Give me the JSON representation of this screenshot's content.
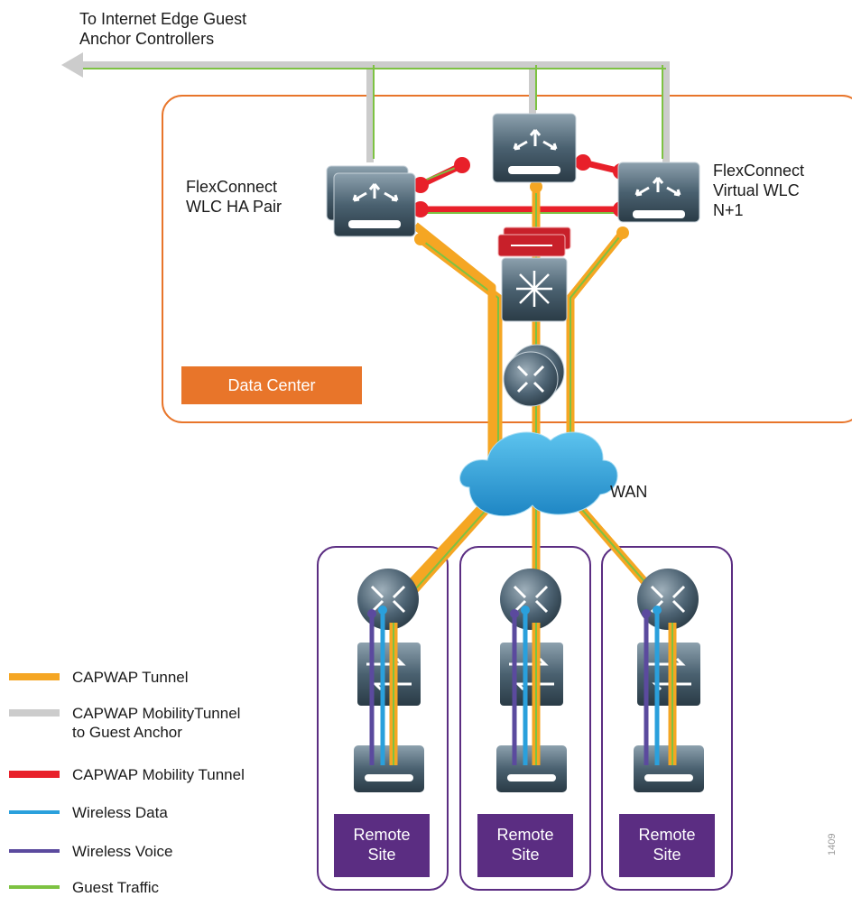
{
  "labels": {
    "internet_edge": "To Internet Edge Guest\nAnchor Controllers",
    "flex_ha": "FlexConnect\nWLC HA Pair",
    "flex_virtual": "FlexConnect\nVirtual WLC\nN+1",
    "data_center": "Data Center",
    "wan": "WAN",
    "remote_site": "Remote\nSite",
    "figure_id": "1409"
  },
  "legend": [
    {
      "label": "CAPWAP Tunnel",
      "color": "#f5a623"
    },
    {
      "label": "CAPWAP MobilityTunnel\nto Guest Anchor",
      "color": "#cccccc"
    },
    {
      "label": "CAPWAP Mobility Tunnel",
      "color": "#e8202a"
    },
    {
      "label": "Wireless Data",
      "color": "#2aa0dc"
    },
    {
      "label": "Wireless Voice",
      "color": "#5b4a9e"
    },
    {
      "label": "Guest Traffic",
      "color": "#7dc242"
    }
  ],
  "colors": {
    "data_center_border": "#e8752a",
    "data_center_fill": "#e8752a",
    "remote_site_border": "#5b2d82",
    "remote_site_fill": "#5b2d82",
    "device_dark": "#2f4350",
    "device_light": "#6f8594",
    "cloud": "#2aa0dc",
    "firewall": "#c8202a"
  }
}
